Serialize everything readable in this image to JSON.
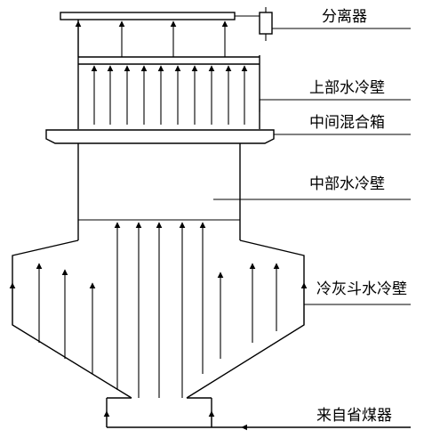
{
  "labels": {
    "separator": "分离器",
    "upper_waterwall": "上部水冷壁",
    "mixing_header": "中间混合箱",
    "middle_waterwall": "中部水冷壁",
    "hopper_waterwall": "冷灰斗水冷壁",
    "economizer_inlet": "来自省煤器"
  },
  "colors": {
    "line": "#000000",
    "background": "#ffffff"
  }
}
